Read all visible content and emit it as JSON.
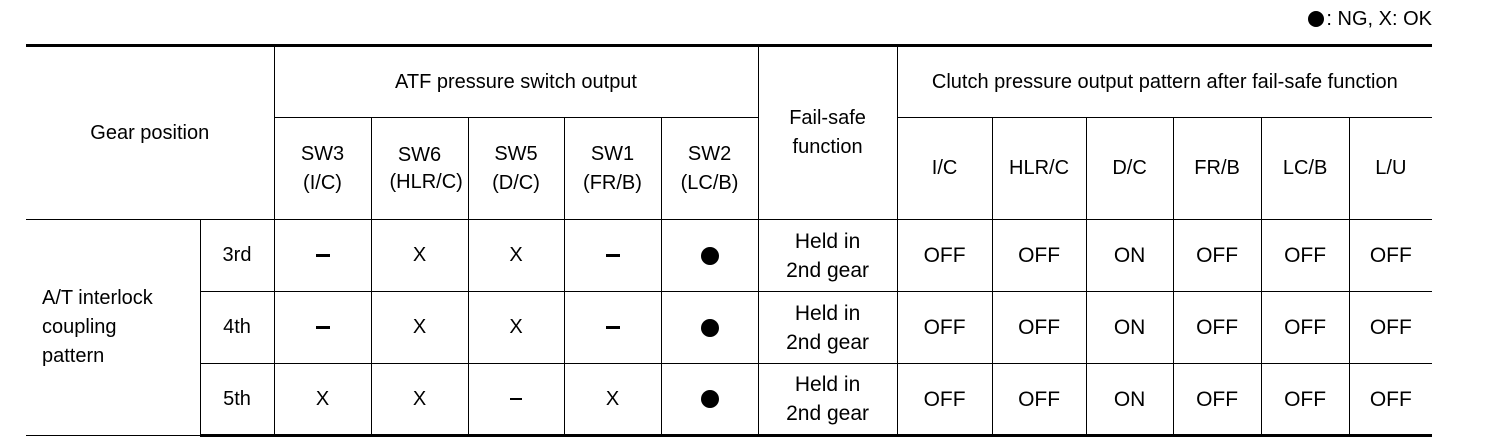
{
  "legend": {
    "ng_label": ": NG, X: OK"
  },
  "header": {
    "gear_position": "Gear position",
    "atf_group": "ATF pressure switch output",
    "failsafe": "Fail-safe function",
    "clutch_group": "Clutch pressure output pattern after fail-safe function",
    "switches": [
      {
        "name": "SW3",
        "sub": "(I/C)"
      },
      {
        "name": "SW6",
        "sub": "(HLR/C)"
      },
      {
        "name": "SW5",
        "sub": "(D/C)"
      },
      {
        "name": "SW1",
        "sub": "(FR/B)"
      },
      {
        "name": "SW2",
        "sub": "(LC/B)"
      }
    ],
    "clutches": [
      "I/C",
      "HLR/C",
      "D/C",
      "FR/B",
      "LC/B",
      "L/U"
    ]
  },
  "pattern_label": "A/T interlock coupling pattern",
  "rows": [
    {
      "gear": "3rd",
      "switches": [
        "–",
        "X",
        "X",
        "–",
        "●"
      ],
      "failsafe": "Held in 2nd gear",
      "clutches": [
        "OFF",
        "OFF",
        "ON",
        "OFF",
        "OFF",
        "OFF"
      ]
    },
    {
      "gear": "4th",
      "switches": [
        "–",
        "X",
        "X",
        "–",
        "●"
      ],
      "failsafe": "Held in 2nd gear",
      "clutches": [
        "OFF",
        "OFF",
        "ON",
        "OFF",
        "OFF",
        "OFF"
      ]
    },
    {
      "gear": "5th",
      "switches": [
        "X",
        "X",
        "–",
        "X",
        "●"
      ],
      "failsafe": "Held in 2nd gear",
      "clutches": [
        "OFF",
        "OFF",
        "ON",
        "OFF",
        "OFF",
        "OFF"
      ]
    }
  ]
}
